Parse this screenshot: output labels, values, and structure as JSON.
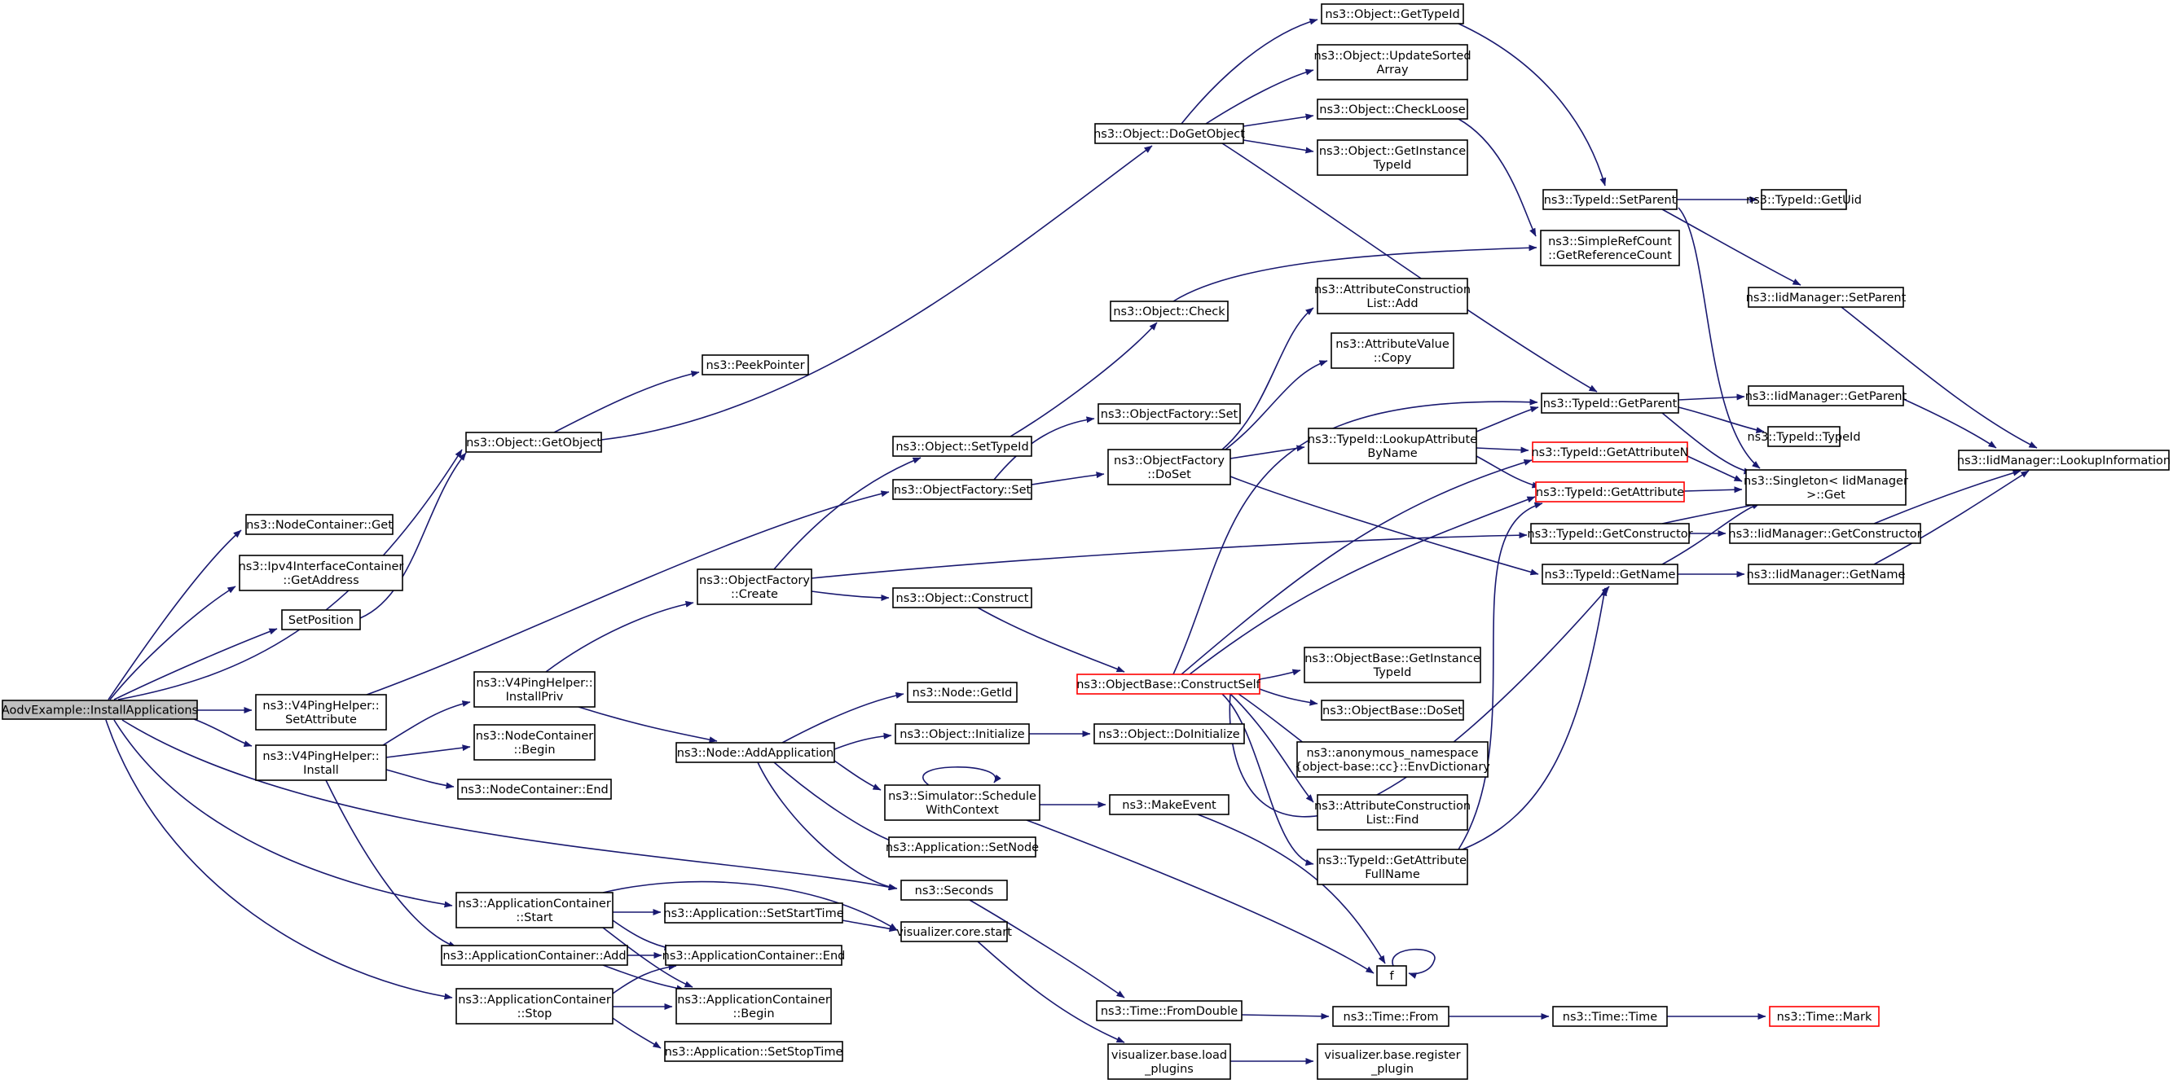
{
  "nodes": [
    {
      "id": "root",
      "lines": [
        "AodvExample::InstallApplications"
      ],
      "style": "root"
    },
    {
      "id": "nc_get",
      "lines": [
        "ns3::NodeContainer::Get"
      ],
      "style": "normal"
    },
    {
      "id": "ipv4_getaddr",
      "lines": [
        "ns3::Ipv4InterfaceContainer",
        "::GetAddress"
      ],
      "style": "normal"
    },
    {
      "id": "setposition",
      "lines": [
        "SetPosition"
      ],
      "style": "normal"
    },
    {
      "id": "obj_getobject",
      "lines": [
        "ns3::Object::GetObject"
      ],
      "style": "normal"
    },
    {
      "id": "peekpointer",
      "lines": [
        "ns3::PeekPointer"
      ],
      "style": "normal"
    },
    {
      "id": "obj_dogetobject",
      "lines": [
        "ns3::Object::DoGetObject"
      ],
      "style": "normal"
    },
    {
      "id": "obj_gettypeid",
      "lines": [
        "ns3::Object::GetTypeId"
      ],
      "style": "normal"
    },
    {
      "id": "obj_updatesorted",
      "lines": [
        "ns3::Object::UpdateSorted",
        "Array"
      ],
      "style": "normal"
    },
    {
      "id": "obj_checkloose",
      "lines": [
        "ns3::Object::CheckLoose"
      ],
      "style": "normal"
    },
    {
      "id": "obj_getinsttypeid",
      "lines": [
        "ns3::Object::GetInstance",
        "TypeId"
      ],
      "style": "normal"
    },
    {
      "id": "tid_setparent",
      "lines": [
        "ns3::TypeId::SetParent"
      ],
      "style": "normal"
    },
    {
      "id": "tid_getuid",
      "lines": [
        "ns3::TypeId::GetUid"
      ],
      "style": "normal"
    },
    {
      "id": "srefcount",
      "lines": [
        "ns3::SimpleRefCount",
        "::GetReferenceCount"
      ],
      "style": "normal"
    },
    {
      "id": "iid_setparent",
      "lines": [
        "ns3::IidManager::SetParent"
      ],
      "style": "normal"
    },
    {
      "id": "iid_lookupinfo",
      "lines": [
        "ns3::IidManager::LookupInformation"
      ],
      "style": "normal"
    },
    {
      "id": "obj_check",
      "lines": [
        "ns3::Object::Check"
      ],
      "style": "normal"
    },
    {
      "id": "attrconst_add",
      "lines": [
        "ns3::AttributeConstruction",
        "List::Add"
      ],
      "style": "normal"
    },
    {
      "id": "attrval_copy",
      "lines": [
        "ns3::AttributeValue",
        "::Copy"
      ],
      "style": "normal"
    },
    {
      "id": "tid_getparent",
      "lines": [
        "ns3::TypeId::GetParent"
      ],
      "style": "normal"
    },
    {
      "id": "iid_getparent",
      "lines": [
        "ns3::IidManager::GetParent"
      ],
      "style": "normal"
    },
    {
      "id": "objfact_set_r",
      "lines": [
        "ns3::ObjectFactory::Set"
      ],
      "style": "normal"
    },
    {
      "id": "objfact_doset",
      "lines": [
        "ns3::ObjectFactory",
        "::DoSet"
      ],
      "style": "normal"
    },
    {
      "id": "tid_lookupattr",
      "lines": [
        "ns3::TypeId::LookupAttribute",
        "ByName"
      ],
      "style": "normal"
    },
    {
      "id": "tid_typeid",
      "lines": [
        "ns3::TypeId::TypeId"
      ],
      "style": "normal"
    },
    {
      "id": "tid_getattrn",
      "lines": [
        "ns3::TypeId::GetAttributeN"
      ],
      "style": "truncated"
    },
    {
      "id": "singleton_get",
      "lines": [
        "ns3::Singleton< IidManager",
        " >::Get"
      ],
      "style": "normal"
    },
    {
      "id": "obj_settypeid",
      "lines": [
        "ns3::Object::SetTypeId"
      ],
      "style": "normal"
    },
    {
      "id": "objfact_set",
      "lines": [
        "ns3::ObjectFactory::Set"
      ],
      "style": "normal"
    },
    {
      "id": "tid_getattr",
      "lines": [
        "ns3::TypeId::GetAttribute"
      ],
      "style": "truncated"
    },
    {
      "id": "tid_getconstructor",
      "lines": [
        "ns3::TypeId::GetConstructor"
      ],
      "style": "normal"
    },
    {
      "id": "iid_getconstructor",
      "lines": [
        "ns3::IidManager::GetConstructor"
      ],
      "style": "normal"
    },
    {
      "id": "objfact_create",
      "lines": [
        "ns3::ObjectFactory",
        "::Create"
      ],
      "style": "normal"
    },
    {
      "id": "obj_construct",
      "lines": [
        "ns3::Object::Construct"
      ],
      "style": "normal"
    },
    {
      "id": "tid_getname",
      "lines": [
        "ns3::TypeId::GetName"
      ],
      "style": "normal"
    },
    {
      "id": "iid_getname",
      "lines": [
        "ns3::IidManager::GetName"
      ],
      "style": "normal"
    },
    {
      "id": "objbase_constructself",
      "lines": [
        "ns3::ObjectBase::ConstructSelf"
      ],
      "style": "truncated"
    },
    {
      "id": "objbase_getinsttypeid",
      "lines": [
        "ns3::ObjectBase::GetInstance",
        "TypeId"
      ],
      "style": "normal"
    },
    {
      "id": "v4ping_setattr",
      "lines": [
        "ns3::V4PingHelper::",
        "SetAttribute"
      ],
      "style": "normal"
    },
    {
      "id": "v4ping_installpriv",
      "lines": [
        "ns3::V4PingHelper::",
        "InstallPriv"
      ],
      "style": "normal"
    },
    {
      "id": "node_getid",
      "lines": [
        "ns3::Node::GetId"
      ],
      "style": "normal"
    },
    {
      "id": "objbase_doset",
      "lines": [
        "ns3::ObjectBase::DoSet"
      ],
      "style": "normal"
    },
    {
      "id": "v4ping_install",
      "lines": [
        "ns3::V4PingHelper::",
        "Install"
      ],
      "style": "normal"
    },
    {
      "id": "nc_begin",
      "lines": [
        "ns3::NodeContainer",
        "::Begin"
      ],
      "style": "normal"
    },
    {
      "id": "obj_initialize",
      "lines": [
        "ns3::Object::Initialize"
      ],
      "style": "normal"
    },
    {
      "id": "obj_doinitialize",
      "lines": [
        "ns3::Object::DoInitialize"
      ],
      "style": "normal"
    },
    {
      "id": "node_addapp",
      "lines": [
        "ns3::Node::AddApplication"
      ],
      "style": "normal"
    },
    {
      "id": "anon_envdict",
      "lines": [
        "ns3::anonymous_namespace",
        "{object-base::cc}::EnvDictionary"
      ],
      "style": "normal"
    },
    {
      "id": "nc_end",
      "lines": [
        "ns3::NodeContainer::End"
      ],
      "style": "normal"
    },
    {
      "id": "sim_schedule",
      "lines": [
        "ns3::Simulator::Schedule",
        "WithContext"
      ],
      "style": "normal"
    },
    {
      "id": "makeevent",
      "lines": [
        "ns3::MakeEvent"
      ],
      "style": "normal"
    },
    {
      "id": "attrconst_find",
      "lines": [
        "ns3::AttributeConstruction",
        "List::Find"
      ],
      "style": "normal"
    },
    {
      "id": "app_setnode",
      "lines": [
        "ns3::Application::SetNode"
      ],
      "style": "normal"
    },
    {
      "id": "tid_getattrfullname",
      "lines": [
        "ns3::TypeId::GetAttribute",
        "FullName"
      ],
      "style": "normal"
    },
    {
      "id": "seconds",
      "lines": [
        "ns3::Seconds"
      ],
      "style": "normal"
    },
    {
      "id": "appc_start",
      "lines": [
        "ns3::ApplicationContainer",
        "::Start"
      ],
      "style": "normal"
    },
    {
      "id": "app_setstarttime",
      "lines": [
        "ns3::Application::SetStartTime"
      ],
      "style": "normal"
    },
    {
      "id": "viz_start",
      "lines": [
        "visualizer.core.start"
      ],
      "style": "normal"
    },
    {
      "id": "appc_add",
      "lines": [
        "ns3::ApplicationContainer::Add"
      ],
      "style": "normal"
    },
    {
      "id": "appc_end",
      "lines": [
        "ns3::ApplicationContainer::End"
      ],
      "style": "normal"
    },
    {
      "id": "f",
      "lines": [
        "f"
      ],
      "style": "normal"
    },
    {
      "id": "appc_stop",
      "lines": [
        "ns3::ApplicationContainer",
        "::Stop"
      ],
      "style": "normal"
    },
    {
      "id": "appc_begin",
      "lines": [
        "ns3::ApplicationContainer",
        "::Begin"
      ],
      "style": "normal"
    },
    {
      "id": "time_fromdouble",
      "lines": [
        "ns3::Time::FromDouble"
      ],
      "style": "normal"
    },
    {
      "id": "time_from",
      "lines": [
        "ns3::Time::From"
      ],
      "style": "normal"
    },
    {
      "id": "time_time",
      "lines": [
        "ns3::Time::Time"
      ],
      "style": "normal"
    },
    {
      "id": "time_mark",
      "lines": [
        "ns3::Time::Mark"
      ],
      "style": "truncated"
    },
    {
      "id": "app_setstoptime",
      "lines": [
        "ns3::Application::SetStopTime"
      ],
      "style": "normal"
    },
    {
      "id": "viz_loadplugins",
      "lines": [
        "visualizer.base.load",
        "_plugins"
      ],
      "style": "normal"
    },
    {
      "id": "viz_registerplugin",
      "lines": [
        "visualizer.base.register",
        "_plugin"
      ],
      "style": "normal"
    }
  ],
  "colors": {
    "edge": "#191970",
    "node_border": "#000000",
    "root_fill": "#bfbfbf",
    "truncated_border": "#ff0000"
  }
}
